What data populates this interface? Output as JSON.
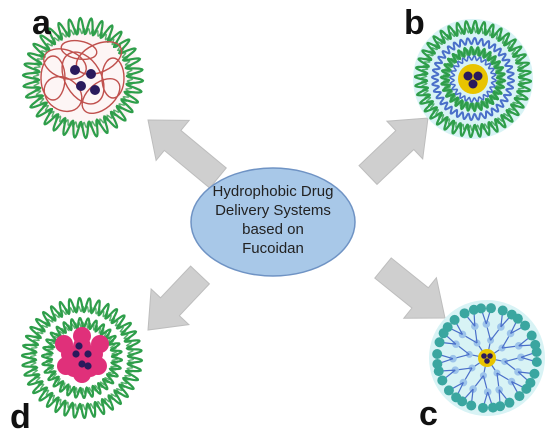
{
  "center": {
    "lines": [
      "Hydrophobic Drug",
      "Delivery Systems",
      "based on",
      "Fucoidan"
    ],
    "fill": "#a8c8e8",
    "stroke": "#6f93c4"
  },
  "panels": {
    "a": {
      "letter": "a"
    },
    "b": {
      "letter": "b"
    },
    "c": {
      "letter": "c"
    },
    "d": {
      "letter": "d"
    }
  },
  "colors": {
    "arrow": "#cfcfcf",
    "arrow_stroke": "#bdbdbd",
    "shell_green": "#2e9e4a",
    "chain_red": "#c0504d",
    "drug_dark": "#2a1a5c",
    "core_yellow": "#e8c400",
    "chain_blue": "#4a6fc9",
    "bead_teal": "#3aa6a0",
    "bead_lightblue": "#9cc3ea",
    "core_pink": "#e0307a",
    "glow_cyan": "#d8f3f5"
  }
}
